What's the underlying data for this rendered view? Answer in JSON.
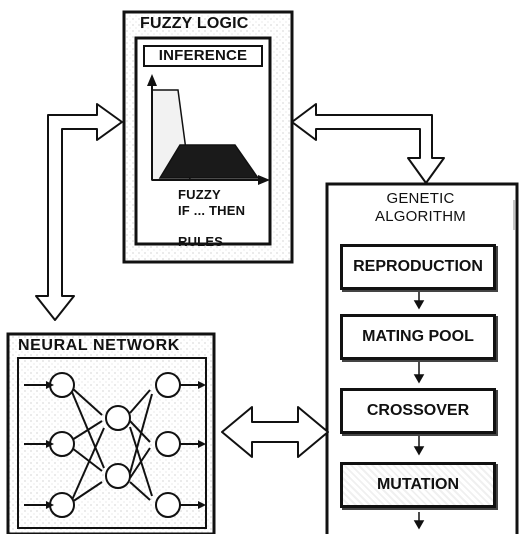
{
  "fuzzy": {
    "title": "FUZZY LOGIC",
    "inference": "INFERENCE",
    "rules_line1": "FUZZY",
    "rules_line2": "IF ... THEN",
    "rules_line3": "RULES"
  },
  "genetic": {
    "title_line1": "GENETIC",
    "title_line2": "ALGORITHM",
    "steps": [
      "REPRODUCTION",
      "MATING POOL",
      "CROSSOVER",
      "MUTATION"
    ]
  },
  "neural": {
    "title": "NEURAL NETWORK"
  },
  "colors": {
    "ink": "#111111",
    "arrow_fill": "#ffffff",
    "dark_fill": "#1a1a1a"
  },
  "icons": [
    "double-arrow-icon",
    "fuzzy-membership-chart-icon",
    "neural-network-icon"
  ]
}
